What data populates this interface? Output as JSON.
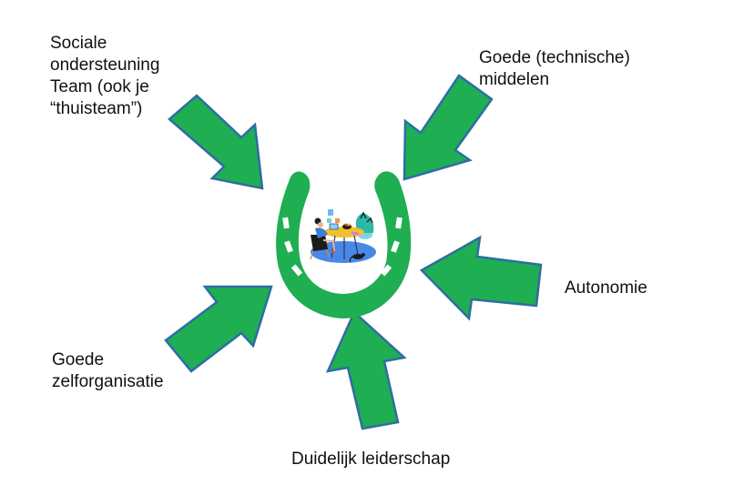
{
  "diagram": {
    "title_center": "Horseshoe with remote-work illustration",
    "colors": {
      "arrow_fill": "#1fae52",
      "arrow_stroke": "#2e6da4",
      "horseshoe": "#1fae52",
      "text": "#111111"
    },
    "factors": [
      {
        "id": "social",
        "lines": [
          "Sociale",
          "ondersteuning",
          "Team (ook je",
          "“thuisteam”)"
        ],
        "arrow_direction": "down-right"
      },
      {
        "id": "tech",
        "lines": [
          "Goede (technische)",
          "middelen"
        ],
        "arrow_direction": "down-left"
      },
      {
        "id": "autonomy",
        "lines": [
          "Autonomie"
        ],
        "arrow_direction": "left"
      },
      {
        "id": "selforg",
        "lines": [
          "Goede",
          "zelforganisatie"
        ],
        "arrow_direction": "up-right"
      },
      {
        "id": "leadership",
        "lines": [
          "Duidelijk leiderschap"
        ],
        "arrow_direction": "up"
      }
    ],
    "center": {
      "icon": "horseshoe-icon",
      "illustration": "person-working-at-desk-illustration"
    }
  }
}
